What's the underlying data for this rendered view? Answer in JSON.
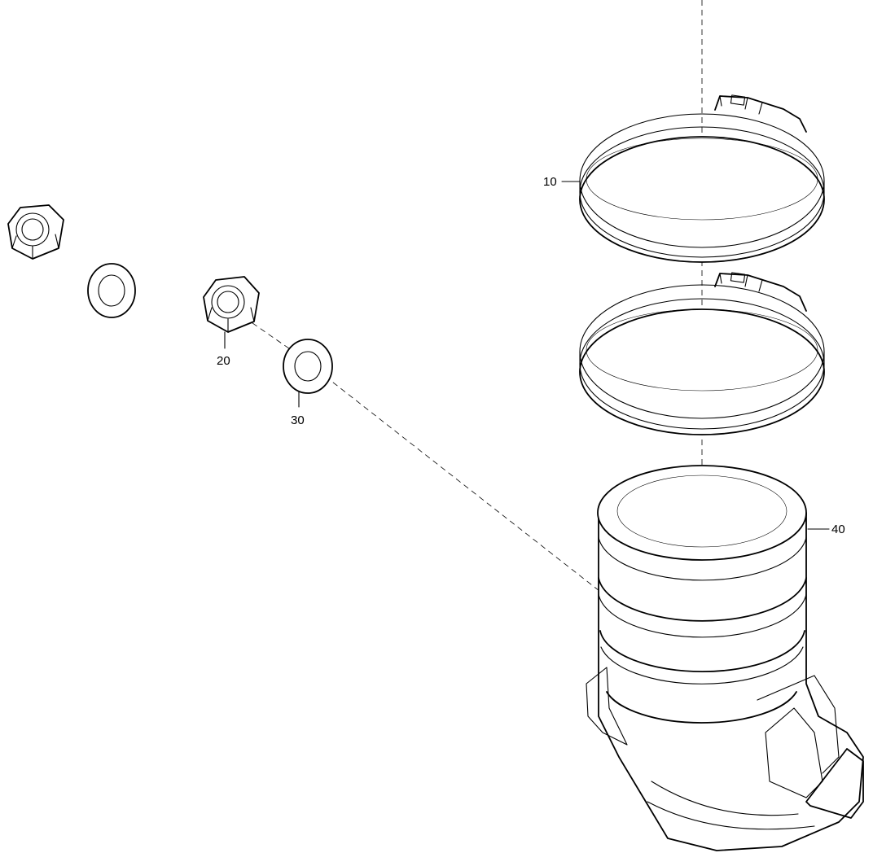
{
  "callouts": [
    {
      "id": "10",
      "label": "10"
    },
    {
      "id": "20",
      "label": "20"
    },
    {
      "id": "30",
      "label": "30"
    },
    {
      "id": "40",
      "label": "40"
    }
  ]
}
